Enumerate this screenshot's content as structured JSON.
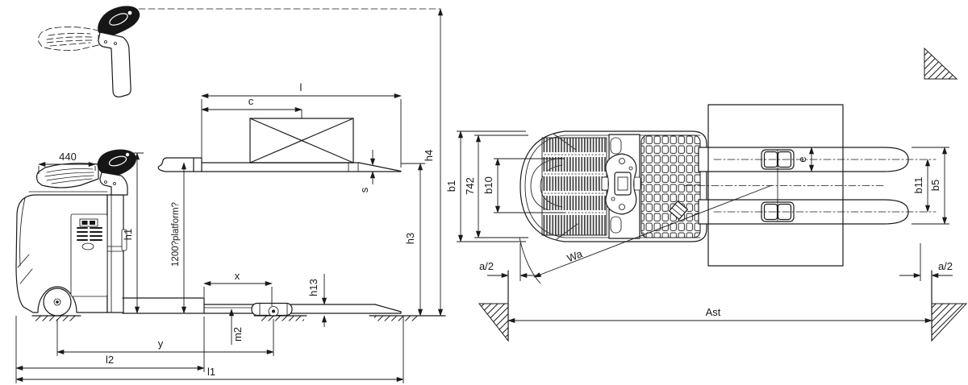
{
  "meta": {
    "background": "#ffffff",
    "line_color": "#1a1a1a",
    "drawing_type": "pallet-truck-dimension-drawing"
  },
  "side_view": {
    "labels": {
      "tiller_width": "440",
      "fork_length_l": "l",
      "load_center_c": "c",
      "fork_thickness_s": "s",
      "height_h4": "h4",
      "height_h3": "h3",
      "height_h1": "h1",
      "platform_note": "1200?platform?",
      "height_h13": "h13",
      "wheel_dist_x": "x",
      "clearance_m2": "m2",
      "wheelbase_y": "y",
      "length_l2": "l2",
      "length_l1": "l1"
    }
  },
  "top_view": {
    "labels": {
      "width_b1": "b1",
      "width_742": "742",
      "track_b10": "b10",
      "fork_width_e": "e",
      "fork_track_b11": "b11",
      "fork_span_b5": "b5",
      "clearance_a2_left": "a/2",
      "clearance_a2_right": "a/2",
      "turning_radius_wa": "Wa",
      "aisle_width_ast": "Ast"
    }
  }
}
